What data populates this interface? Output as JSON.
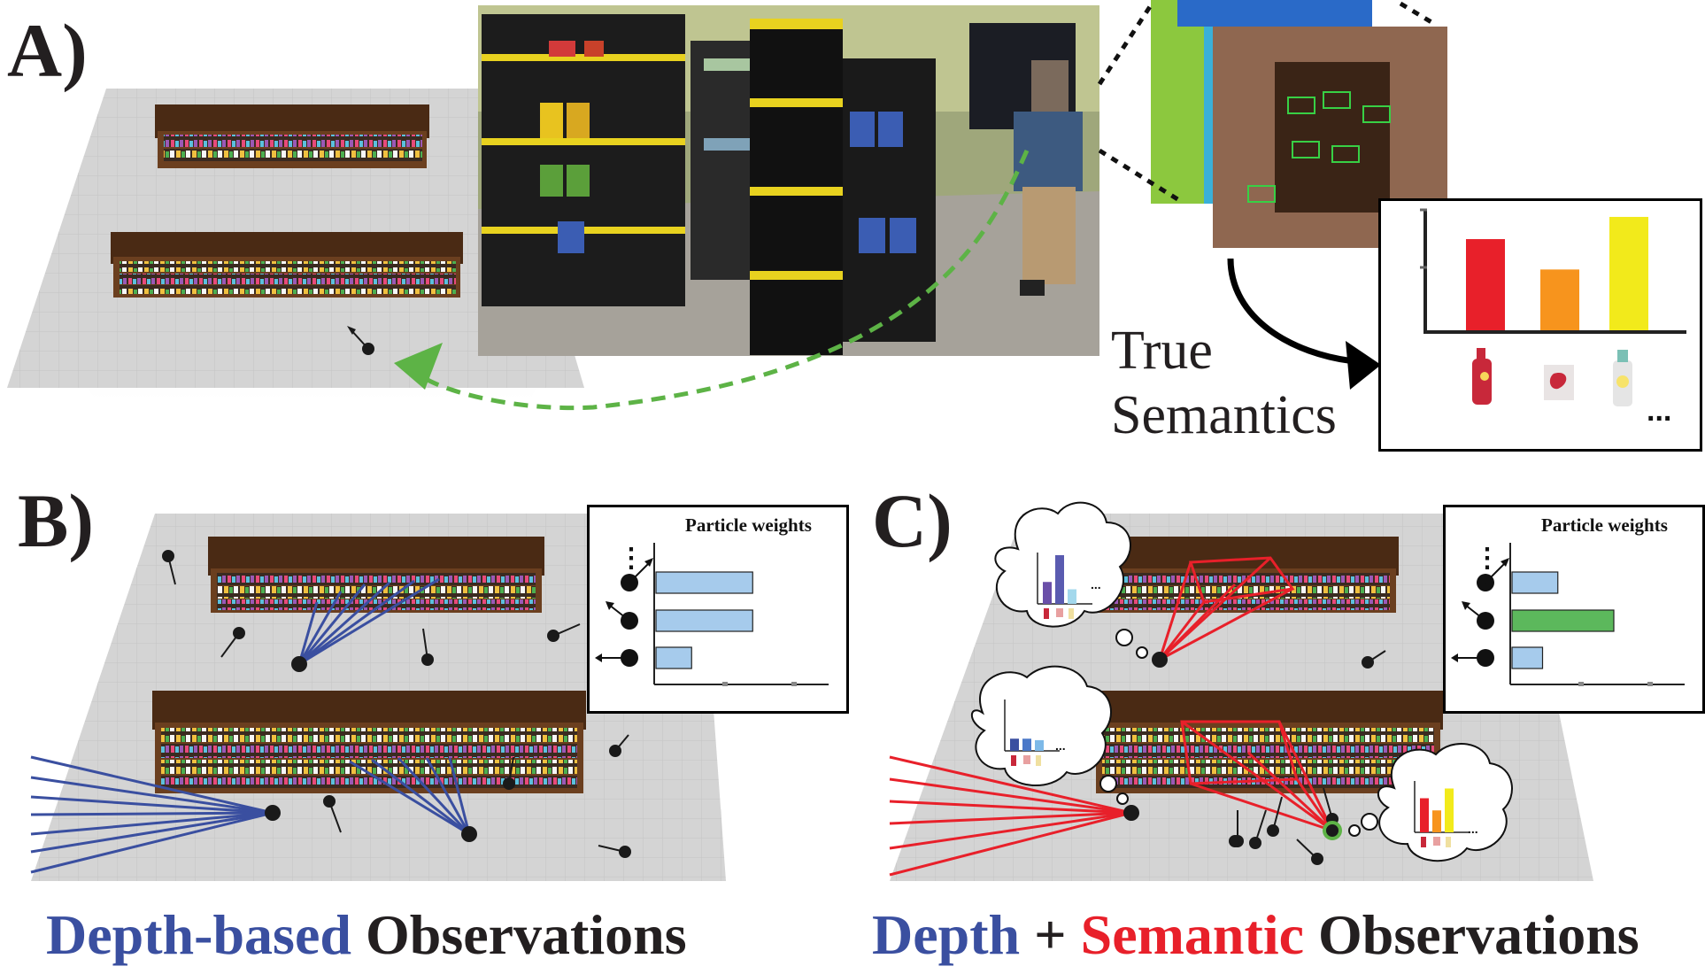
{
  "panel_a": {
    "letter": "A)",
    "annotation": "True\nSemantics",
    "annotation_line1": "True",
    "annotation_line2": "Semantics",
    "ellipsis": "...",
    "histogram_bars": [
      {
        "product": "ketchup-bottle",
        "color": "#e8202a",
        "value": 0.78
      },
      {
        "product": "snack-box",
        "color": "#f7941d",
        "value": 0.52
      },
      {
        "product": "dressing-bottle",
        "color": "#f2ea1b",
        "value": 0.97
      }
    ]
  },
  "panel_b": {
    "letter": "B)",
    "panel_title": "Particle weights",
    "ellipsis": "⋮",
    "weights": [
      {
        "color": "#a6cbec",
        "value": 0.95
      },
      {
        "color": "#a6cbec",
        "value": 0.95
      },
      {
        "color": "#a6cbec",
        "value": 0.35
      }
    ],
    "caption_colored": "Depth-based",
    "caption_rest": " Observations"
  },
  "panel_c": {
    "letter": "C)",
    "panel_title": "Particle weights",
    "ellipsis": "⋮",
    "weights": [
      {
        "color": "#a6cbec",
        "value": 0.45
      },
      {
        "color": "#5cb85c",
        "value": 1.0
      },
      {
        "color": "#a6cbec",
        "value": 0.3
      }
    ],
    "caption_part1": "Depth",
    "caption_plus": " + ",
    "caption_part2": "Semantic",
    "caption_part3": " Observations",
    "thought_bubble_ellipsis": "..."
  },
  "colors": {
    "depth_ray": "#3a4fa0",
    "semantic_ray": "#e8202a",
    "floor": "#d4d4d4",
    "shelf_wood": "#4a2a14",
    "path_arrow": "#5db346"
  }
}
